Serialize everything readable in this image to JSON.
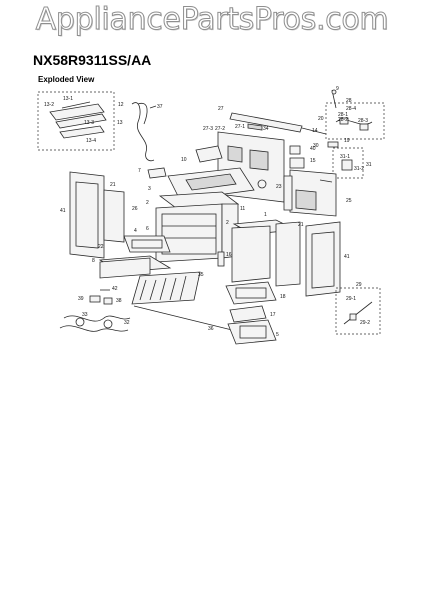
{
  "watermark": "AppliancePartsPros.com",
  "model_number": "NX58R9311SS/AA",
  "view_title": "Exploded View",
  "callouts": {
    "c13_1": "13-1",
    "c13_2": "13-2",
    "c13_3": "13-3",
    "c13_4": "13-4",
    "c13": "13",
    "c12": "12",
    "c37": "37",
    "c27": "27",
    "c27_3": "27-3",
    "c27_2": "27-2",
    "c27_1": "27-1",
    "c34": "34",
    "c14": "14",
    "c9": "9",
    "c28": "28",
    "c28_4": "28-4",
    "c28_1": "28-1",
    "c28_2": "28-2",
    "c28_3": "28-3",
    "c20": "20",
    "c19": "19",
    "c30": "30",
    "c10": "10",
    "c7": "7",
    "c3": "3",
    "c40": "40",
    "c15": "15",
    "c31_1": "31-1",
    "c31_2": "31-2",
    "c31": "31",
    "c21a": "21",
    "c41a": "41",
    "c26": "26",
    "c2a": "2",
    "c11": "11",
    "c23": "23",
    "c25": "25",
    "c22": "22",
    "c6": "6",
    "c4": "4",
    "c2b": "2",
    "c21b": "21",
    "c1": "1",
    "c16": "16",
    "c41b": "41",
    "c8": "8",
    "c35": "35",
    "c42": "42",
    "c18": "18",
    "c39": "39",
    "c38": "38",
    "c29": "29",
    "c29_1": "29-1",
    "c29_2": "29-2",
    "c17": "17",
    "c33": "33",
    "c32": "32",
    "c36": "36",
    "c5": "5"
  }
}
